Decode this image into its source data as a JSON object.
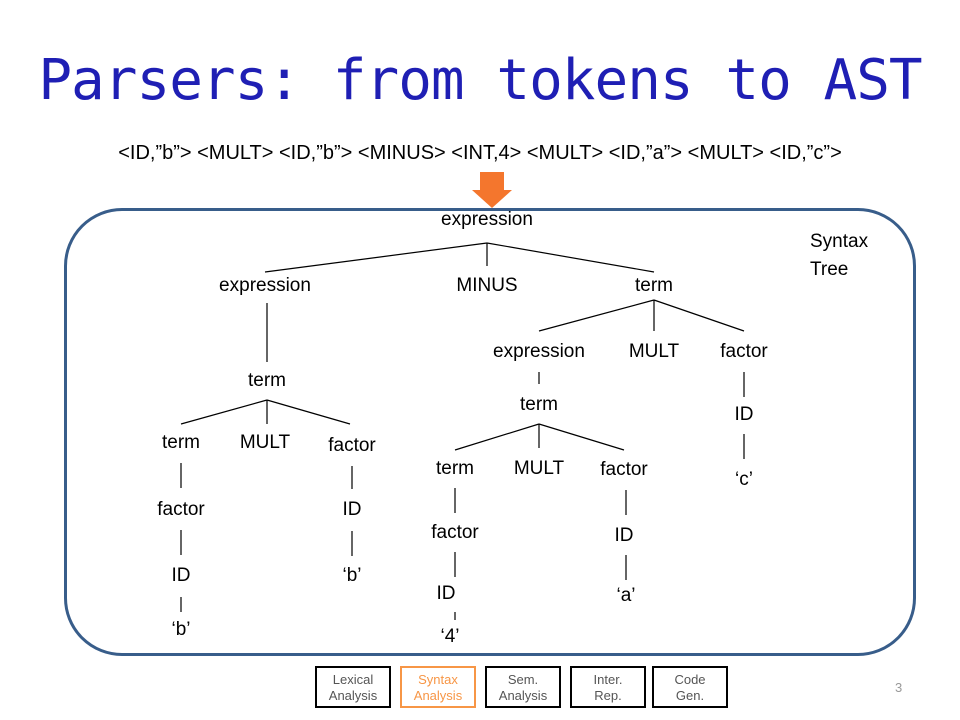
{
  "title": "Parsers: from tokens to AST",
  "tokens": "<ID,”b”> <MULT> <ID,”b”> <MINUS> <INT,4> <MULT> <ID,”a”> <MULT> <ID,”c”>",
  "tree_label_1": "Syntax",
  "tree_label_2": "Tree",
  "tree": {
    "n_root": "expression",
    "n_expr_left": "expression",
    "n_minus": "MINUS",
    "n_term_right": "term",
    "n_term_l1": "term",
    "n_term_l2": "term",
    "n_mult_l": "MULT",
    "n_factor_l2": "factor",
    "n_factor_l1": "factor",
    "n_id_l2": "ID",
    "n_id_l1": "ID",
    "n_b_l2": "‘b’",
    "n_b_l1": "‘b’",
    "n_expr_r": "expression",
    "n_mult_r": "MULT",
    "n_factor_r": "factor",
    "n_term_r1": "term",
    "n_id_c": "ID",
    "n_c": "‘c’",
    "n_term_r2": "term",
    "n_mult_r2": "MULT",
    "n_factor_r2": "factor",
    "n_factor_r3": "factor",
    "n_id_a": "ID",
    "n_id_4": "ID",
    "n_a": "‘a’",
    "n_4": "‘4’"
  },
  "phases": [
    {
      "line1": "Lexical",
      "line2": "Analysis"
    },
    {
      "line1": "Syntax",
      "line2": "Analysis"
    },
    {
      "line1": "Sem.",
      "line2": "Analysis"
    },
    {
      "line1": "Inter.",
      "line2": "Rep."
    },
    {
      "line1": "Code",
      "line2": "Gen."
    }
  ],
  "active_phase": "Syntax Analysis",
  "page_number": "3",
  "colors": {
    "title": "#1f1fb4",
    "frame": "#385d8a",
    "arrow": "#f4762d",
    "active_phase": "#f79646"
  }
}
